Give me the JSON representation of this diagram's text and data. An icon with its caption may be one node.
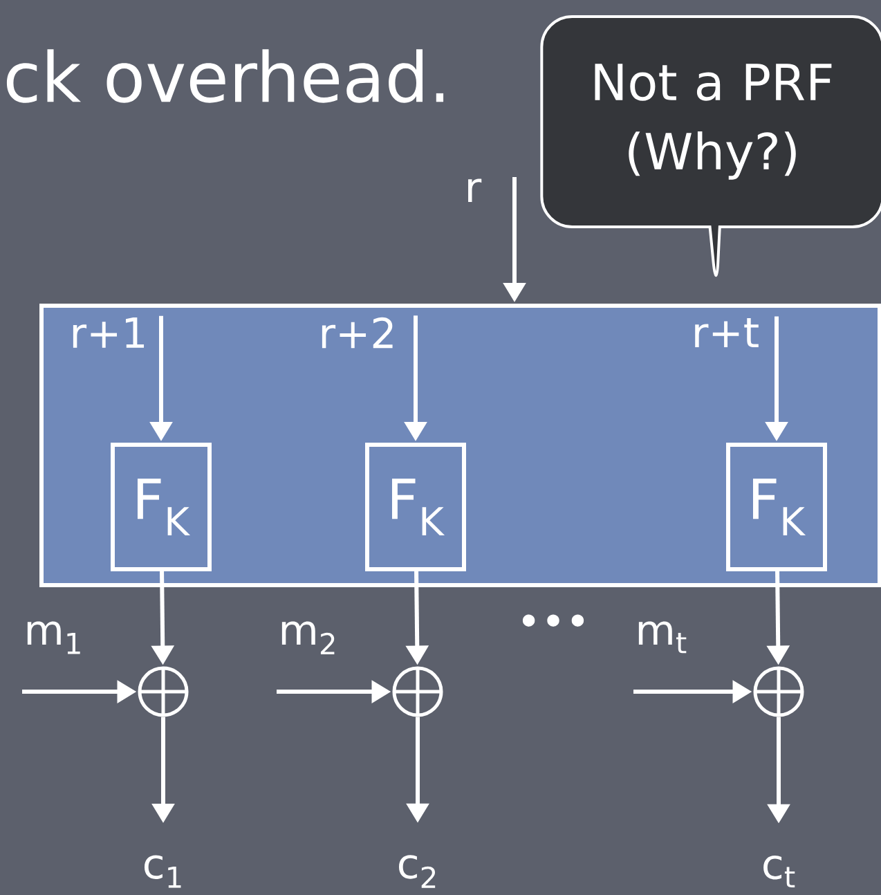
{
  "diagram": {
    "nodes": [
      {
        "text": [],
        "shape": "box"
      },
      {
        "text": [
          "r"
        ]
      },
      {
        "text": [
          "r+1"
        ],
        "in": 0
      },
      {
        "text": [
          "r+2"
        ],
        "in": 0
      },
      {
        "text": [
          "r+t"
        ],
        "in": 0
      },
      {
        "text": [
          "F$_{K}$"
        ],
        "in": 0
      },
      {
        "text": [
          "F$_{K}$"
        ],
        "in": 0
      },
      {
        "text": [
          "F$_{K}$"
        ],
        "in": 0
      },
      {
        "text": [],
        "shape": "circle"
      },
      {
        "text": [],
        "shape": "circle"
      },
      {
        "text": [],
        "shape": "circle"
      },
      {
        "text": [
          "m$_{1}$"
        ]
      },
      {
        "text": [
          "m$_{2}$"
        ]
      },
      {
        "text": [
          "m$_{t}$"
        ]
      },
      {
        "text": [
          "c$_{1}$"
        ]
      },
      {
        "text": [
          "c$_{2}$"
        ]
      },
      {
        "text": [
          "c$_{t}$"
        ]
      },
      {
        "text": [
          "Not a PRF (Why?)"
        ]
      }
    ],
    "edges": [
      {
        "from": 1,
        "to": 0,
        "arrow": "to"
      },
      {
        "from": 2,
        "to": 5,
        "arrow": "to"
      },
      {
        "from": 3,
        "to": 6,
        "arrow": "to"
      },
      {
        "from": 4,
        "to": 7,
        "arrow": "to"
      },
      {
        "from": 5,
        "to": 8,
        "arrow": "to"
      },
      {
        "from": 6,
        "to": 9,
        "arrow": "to"
      },
      {
        "from": 7,
        "to": 10,
        "arrow": "to"
      },
      {
        "from": 11,
        "to": 8,
        "arrow": "to"
      },
      {
        "from": 12,
        "to": 9,
        "arrow": "to"
      },
      {
        "from": 13,
        "to": 10,
        "arrow": "to"
      },
      {
        "from": 8,
        "to": 14,
        "arrow": "to"
      },
      {
        "from": 9,
        "to": 15,
        "arrow": "to"
      },
      {
        "from": 10,
        "to": 16,
        "arrow": "to"
      }
    ],
    "labels": [
      "ck overhead.",
      "•••"
    ]
  }
}
